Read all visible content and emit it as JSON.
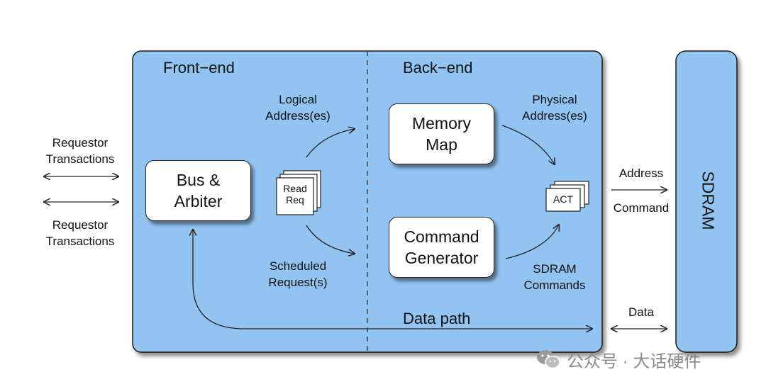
{
  "sections": {
    "front_end": "Front−end",
    "back_end": "Back−end"
  },
  "blocks": {
    "bus_arbiter": [
      "Bus &",
      "Arbiter"
    ],
    "memory_map": [
      "Memory",
      "Map"
    ],
    "command_generator": [
      "Command",
      "Generator"
    ],
    "sdram": "SDRAM"
  },
  "stacks": {
    "read_req": [
      "Read",
      "Req"
    ],
    "act": "ACT"
  },
  "labels": {
    "requestor_top": [
      "Requestor",
      "Transactions"
    ],
    "requestor_bottom": [
      "Requestor",
      "Transactions"
    ],
    "logical_address": [
      "Logical",
      "Address(es)"
    ],
    "scheduled_request": [
      "Scheduled",
      "Request(s)"
    ],
    "physical_address": [
      "Physical",
      "Address(es)"
    ],
    "sdram_commands": [
      "SDRAM",
      "Commands"
    ],
    "address": "Address",
    "command": "Command",
    "data": "Data",
    "data_path": "Data path"
  },
  "watermark": {
    "text": "公众号 · 大话硬件",
    "icon": "wechat-icon"
  },
  "colors": {
    "controller_fill": "#92c4f2",
    "outline": "#1a1a1a",
    "box_fill": "#ffffff"
  }
}
